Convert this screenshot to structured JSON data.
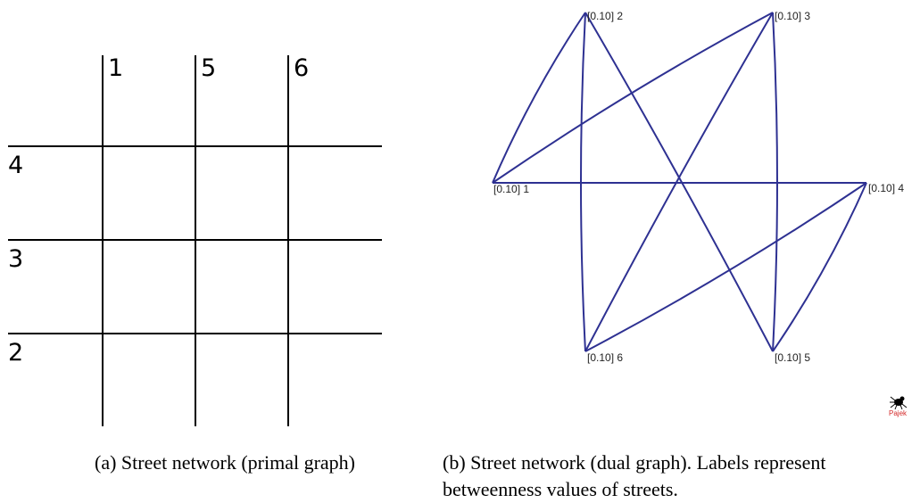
{
  "primal": {
    "col_labels": [
      "1",
      "5",
      "6"
    ],
    "row_labels": [
      "4",
      "3",
      "2"
    ]
  },
  "dual": {
    "nodes": [
      {
        "id": "1",
        "label": "[0.10] 1"
      },
      {
        "id": "2",
        "label": "[0.10] 2"
      },
      {
        "id": "3",
        "label": "[0.10] 3"
      },
      {
        "id": "4",
        "label": "[0.10] 4"
      },
      {
        "id": "5",
        "label": "[0.10] 5"
      },
      {
        "id": "6",
        "label": "[0.10] 6"
      }
    ],
    "edges": [
      [
        "1",
        "2"
      ],
      [
        "1",
        "3"
      ],
      [
        "1",
        "4"
      ],
      [
        "2",
        "5"
      ],
      [
        "2",
        "6"
      ],
      [
        "3",
        "5"
      ],
      [
        "3",
        "6"
      ],
      [
        "4",
        "5"
      ],
      [
        "4",
        "6"
      ]
    ],
    "edge_color": "#2e3192",
    "logo_text": "Pajek",
    "logo_color": "#d42a2a"
  },
  "captions": {
    "a": "(a)  Street network (primal graph)",
    "b": "(b)  Street network (dual graph). Labels represent betweenness values of streets."
  }
}
